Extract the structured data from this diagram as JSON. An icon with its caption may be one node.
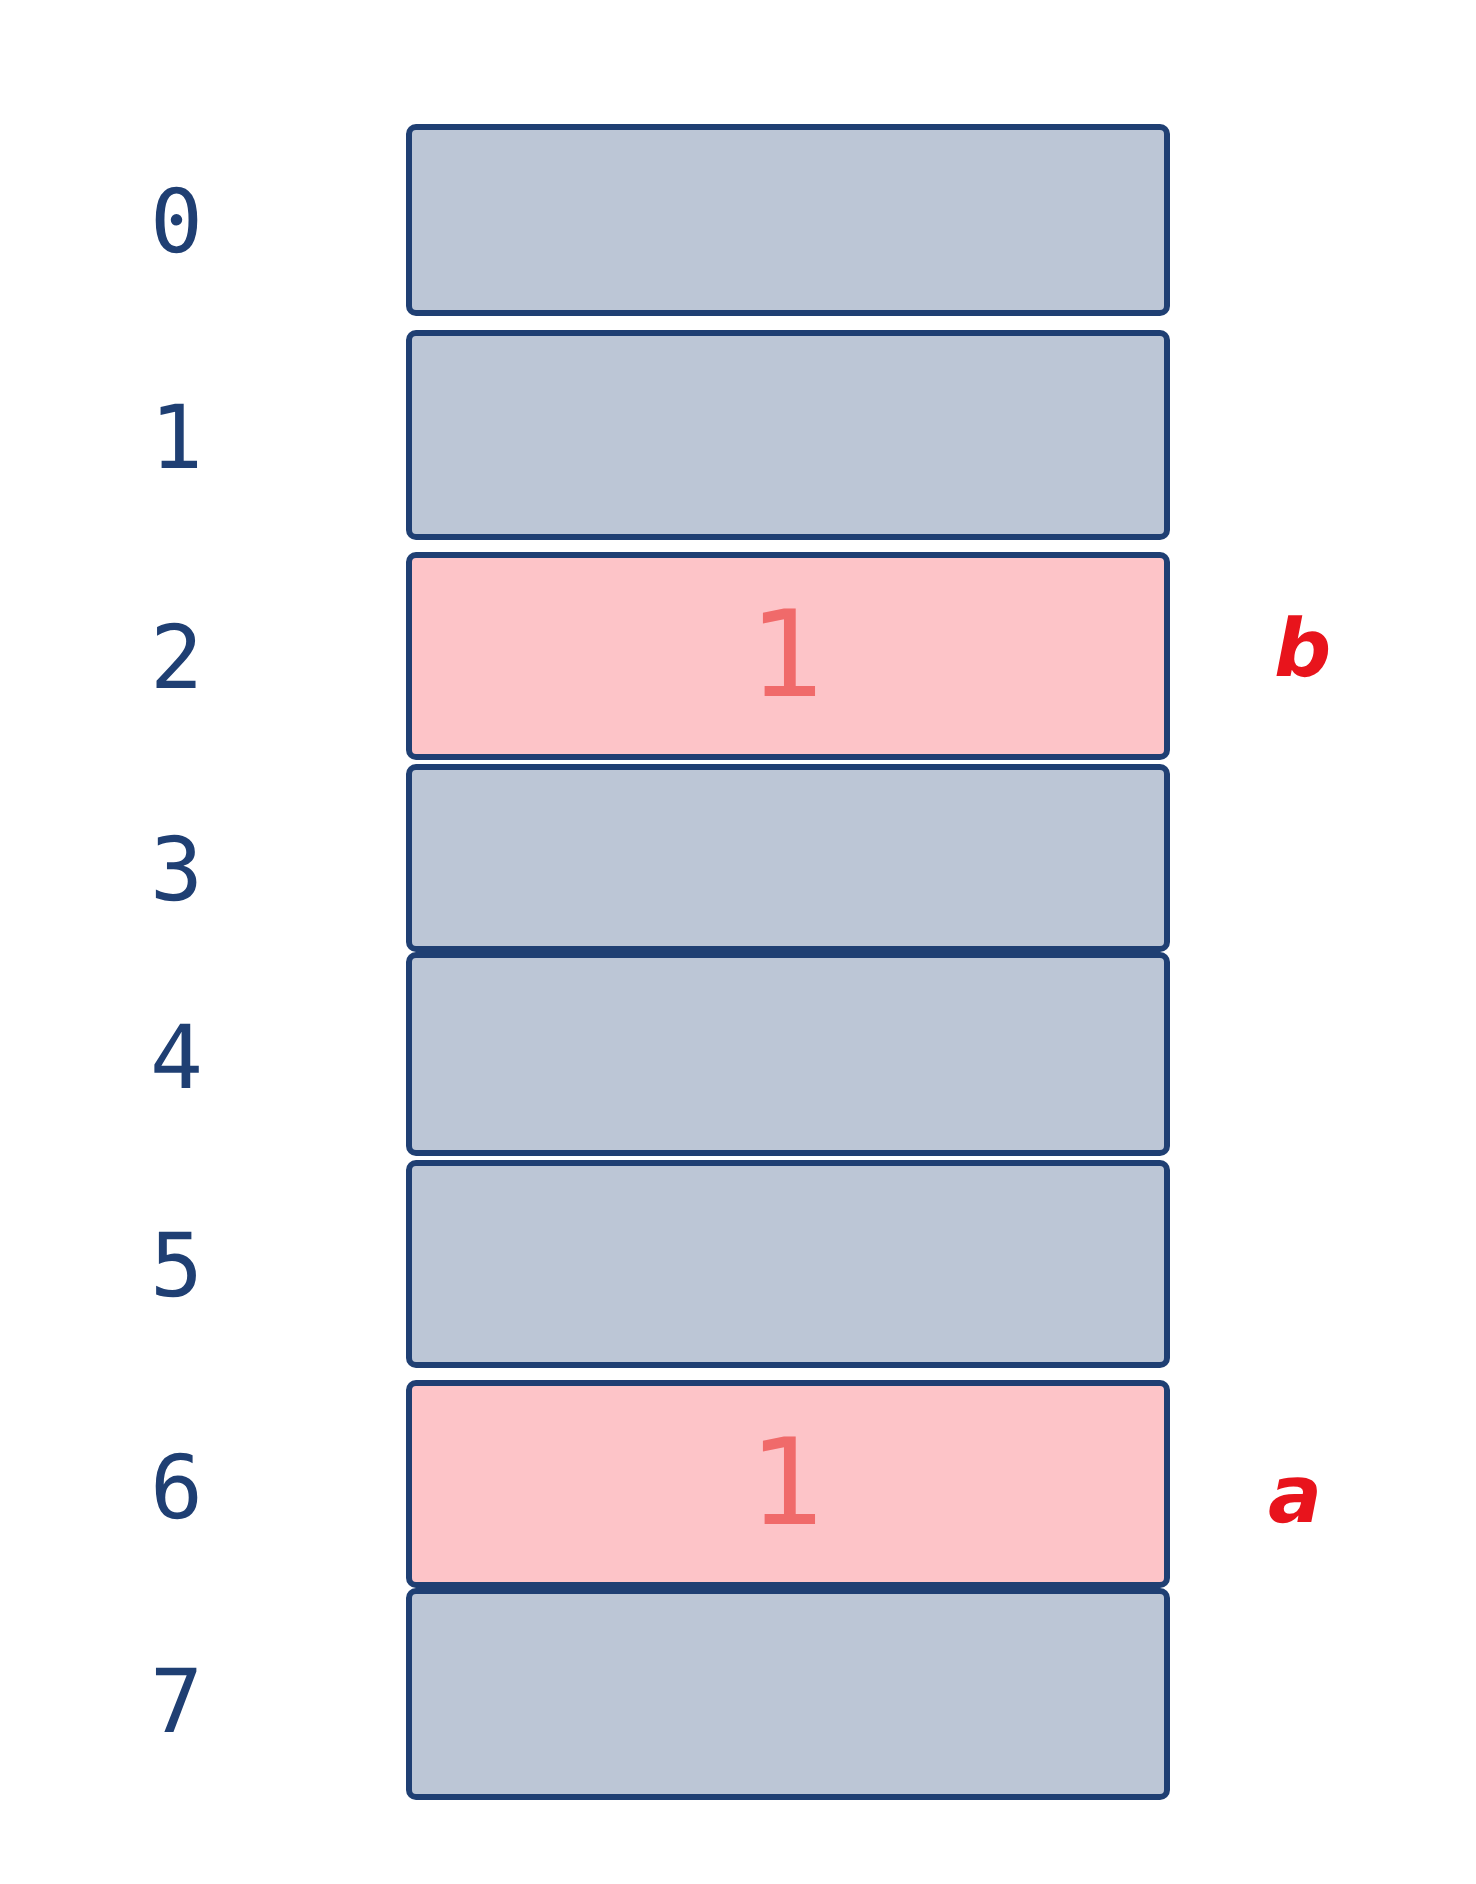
{
  "diagram": {
    "nodes": [
      {
        "text": [],
        "shape": "box"
      },
      {
        "text": [],
        "shape": "box"
      },
      {
        "text": [
          "1"
        ]
      },
      {
        "text": [],
        "shape": "box"
      },
      {
        "text": [],
        "shape": "box"
      },
      {
        "text": [],
        "shape": "box"
      },
      {
        "text": [
          "1"
        ]
      },
      {
        "text": [],
        "shape": "box"
      }
    ],
    "labels": [
      "0",
      "1",
      "2",
      "b",
      "3",
      "4",
      "5",
      "6",
      "a",
      "7"
    ]
  }
}
